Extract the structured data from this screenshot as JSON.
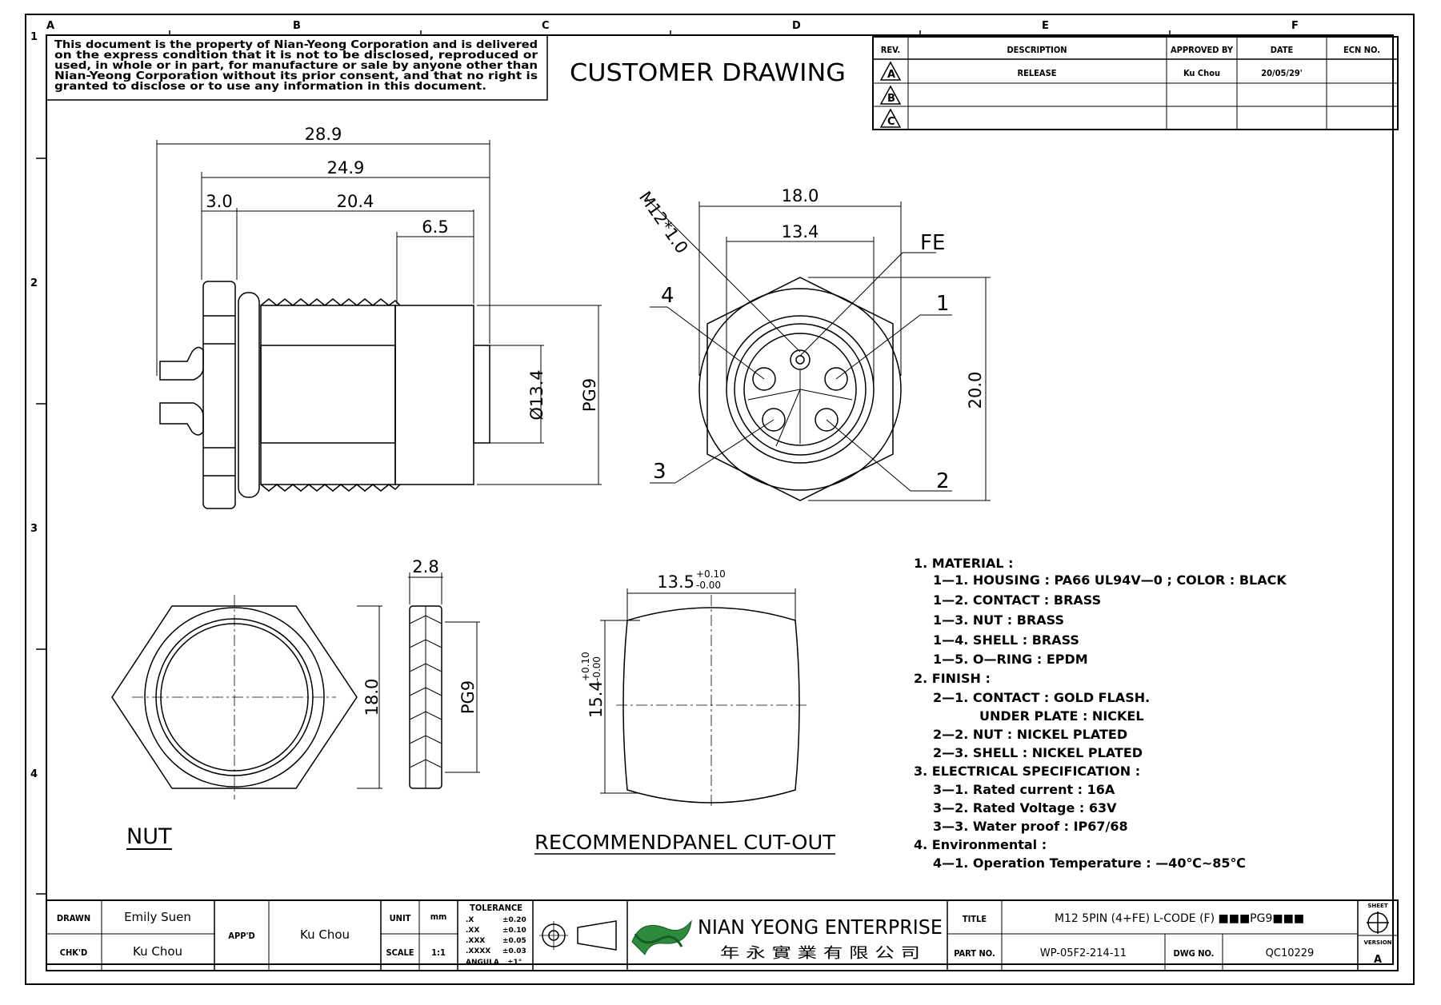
{
  "grid": {
    "columns": [
      "A",
      "B",
      "C",
      "D",
      "E",
      "F"
    ],
    "rows": [
      "1",
      "2",
      "3",
      "4"
    ]
  },
  "notice_lines": [
    "This document is the property of Nian-Yeong Corporation and is delivered",
    "on   the   express condition that it is not to be disclosed, reproduced or",
    "used, in whole or in part, for manufacture or sale by anyone other than",
    "Nian-Yeong Corporation without  its prior consent, and that  no right  is",
    "granted to disclose or to use any information in this  document."
  ],
  "drawing_title": "CUSTOMER  DRAWING",
  "revision_table": {
    "headers": [
      "REV.",
      "DESCRIPTION",
      "APPROVED BY",
      "DATE",
      "ECN NO."
    ],
    "rows": [
      {
        "rev": "A",
        "description": "RELEASE",
        "approved_by": "Ku Chou",
        "date": "20/05/29'",
        "ecn": ""
      },
      {
        "rev": "B",
        "description": "",
        "approved_by": "",
        "date": "",
        "ecn": ""
      },
      {
        "rev": "C",
        "description": "",
        "approved_by": "",
        "date": "",
        "ecn": ""
      }
    ]
  },
  "side_view": {
    "dims": {
      "overall": "28.9",
      "body": "24.9",
      "flange": "3.0",
      "thread": "20.4",
      "tip": "6.5",
      "diameter": "Ø13.4",
      "thread_spec": "PG9"
    }
  },
  "front_view": {
    "dims": {
      "width": "18.0",
      "inner": "13.4",
      "height": "20.0",
      "thread_callout": "M12*1.0"
    },
    "labels": {
      "fe": "FE",
      "p1": "1",
      "p2": "2",
      "p3": "3",
      "p4": "4"
    }
  },
  "nut_view": {
    "title": "NUT",
    "dims": {
      "across": "18.0",
      "thickness": "2.8",
      "thread_spec": "PG9"
    }
  },
  "cutout_view": {
    "title": "RECOMMENDPANEL  CUT-OUT",
    "width_value": "13.5",
    "width_tol_upper": "+0.10",
    "width_tol_lower": "-0.00",
    "height_value": "15.4",
    "height_tol_upper": "+0.10",
    "height_tol_lower": "-0.00"
  },
  "specs": [
    "1.  MATERIAL  :",
    "1—1.  HOUSING  :  PA66  UL94V—0  ;  COLOR  :  BLACK",
    "1—2.  CONTACT  :  BRASS",
    "1—3.  NUT  :  BRASS",
    "1—4.  SHELL  :  BRASS",
    "1—5.  O—RING  :  EPDM",
    "2.  FINISH  :",
    "2—1.  CONTACT  :  GOLD  FLASH.",
    "UNDER  PLATE  :  NICKEL",
    "2—2.  NUT  :  NICKEL  PLATED",
    "2—3.  SHELL  :  NICKEL  PLATED",
    "3.  ELECTRICAL  SPECIFICATION  :",
    "3—1.  Rated  current  :  16A",
    "3—2.  Rated  Voltage  :  63V",
    "3—3.  Water  proof  :  IP67/68",
    "4.  Environmental  :",
    "4—1.  Operation  Temperature  :  —40℃~85℃"
  ],
  "title_block": {
    "drawn_label": "DRAWN",
    "drawn_value": "Emily Suen",
    "chkd_label": "CHK'D",
    "chkd_value": "Ku Chou",
    "appd_label": "APP'D",
    "appd_value": "Ku Chou",
    "unit_label": "UNIT",
    "unit_value": "mm",
    "scale_label": "SCALE",
    "scale_value": "1:1",
    "tolerance_title": "TOLERANCE",
    "tolerances": [
      {
        "key": ".X",
        "value": "±0.20"
      },
      {
        "key": ".XX",
        "value": "±0.10"
      },
      {
        "key": ".XXX",
        "value": "±0.05"
      },
      {
        "key": ".XXXX",
        "value": "±0.03"
      },
      {
        "key": "ANGULA",
        "value": "±1°"
      }
    ],
    "company_name": "NIAN YEONG ENTERPRISE",
    "company_chinese": "年 永 實 業 有 限 公 司",
    "title_label": "TITLE",
    "title_value": "M12  5PIN  (4+FE)  L-CODE  (F)  ■■■PG9■■■",
    "part_label": "PART NO.",
    "part_value": "WP-05F2-214-11",
    "dwg_label": "DWG NO.",
    "dwg_value": "QC10229",
    "sheet_label": "SHEET",
    "version_label": "VERSION",
    "version_value": "A"
  }
}
